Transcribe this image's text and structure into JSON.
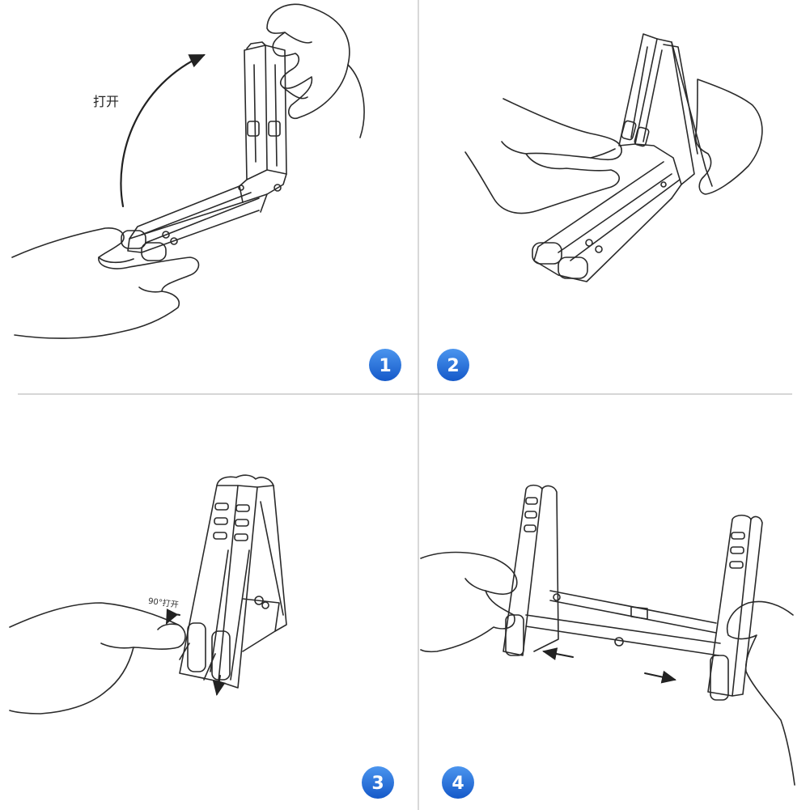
{
  "accent_color": "#1e6fd9",
  "line_color": "#222222",
  "divider_color": "#b8b8b8",
  "panels": [
    {
      "step": "1",
      "label": "打开"
    },
    {
      "step": "2"
    },
    {
      "step": "3",
      "label": "90°打开"
    },
    {
      "step": "4"
    }
  ],
  "icons": [
    "hand-illustration",
    "laptop-stand-illustration",
    "curved-arrow-icon",
    "straight-arrow-icon"
  ]
}
